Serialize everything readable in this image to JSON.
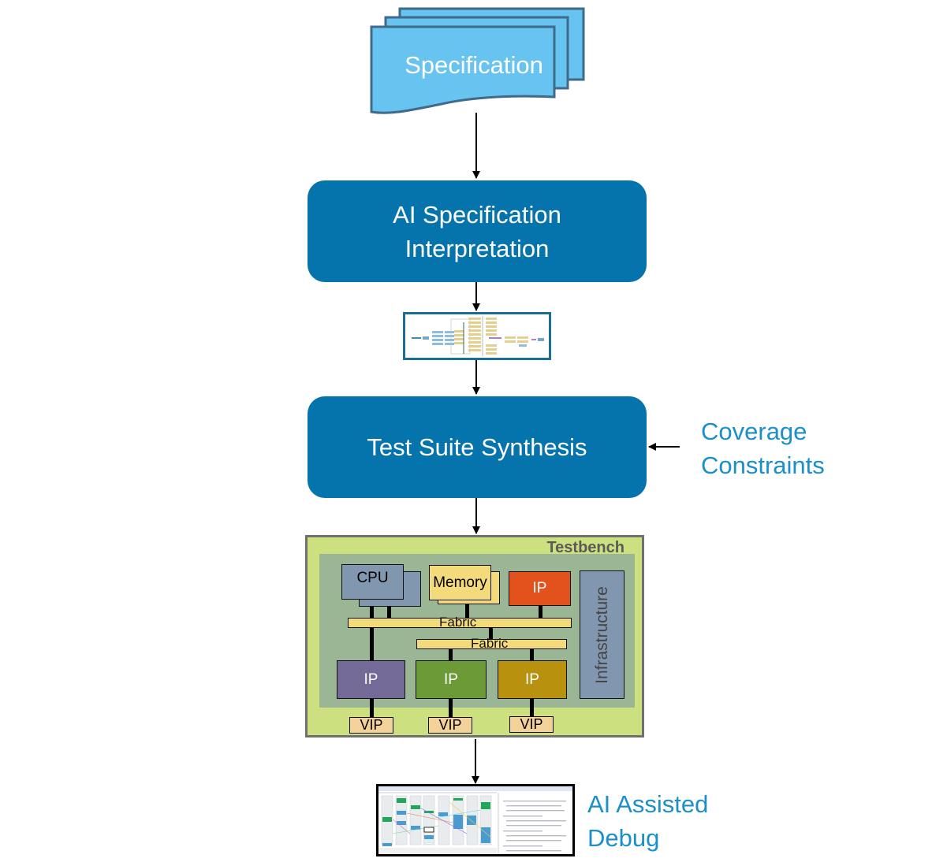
{
  "diagram": {
    "specification": {
      "label": "Specification",
      "fill": "#67c3f0",
      "stroke": "#3f6a8a"
    },
    "steps": [
      {
        "id": "ai-spec",
        "label": "AI Specification\nInterpretation"
      },
      {
        "id": "synthesis",
        "label": "Test Suite Synthesis"
      }
    ],
    "process_color": "#0674ac",
    "side_inputs": {
      "coverage": "Coverage\nConstraints",
      "debug": "AI Assisted\nDebug"
    },
    "accent_text_color": "#1a8fca",
    "testbench": {
      "title": "Testbench",
      "cpu": "CPU",
      "memory": "Memory",
      "top_ip": "IP",
      "fabric_1": "Fabric",
      "fabric_2": "Fabric",
      "infrastructure": "Infrastructure",
      "ips": [
        {
          "label": "IP",
          "color": "#736a98"
        },
        {
          "label": "IP",
          "color": "#6b9a37"
        },
        {
          "label": "IP",
          "color": "#b8920f"
        }
      ],
      "vips": [
        "VIP",
        "VIP",
        "VIP"
      ],
      "colors": {
        "outer": "#cde07f",
        "inner": "#9bb695",
        "cpu": "#8197b0",
        "memory": "#f3da7b",
        "top_ip": "#e3521d"
      }
    }
  }
}
